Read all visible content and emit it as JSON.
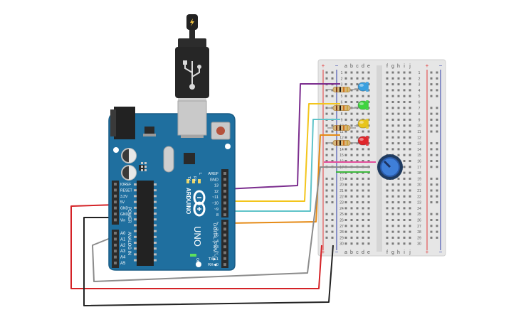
{
  "board": {
    "brand_label": "ARDUINO",
    "model_label": "UNO",
    "on_label": "ON",
    "tx_label": "TX",
    "rx_label": "RX",
    "l_label": "L",
    "power_header_label": "POWER",
    "analog_header_label": "ANALOG IN",
    "digital_header_label": "DIGITAL (PWM ~)",
    "power_pins": [
      "IOREF",
      "RESET",
      "3.3V",
      "5V",
      "GND",
      "GND",
      "Vin"
    ],
    "analog_pins": [
      "A0",
      "A1",
      "A2",
      "A3",
      "A4",
      "A5"
    ],
    "digital_pins_top": [
      "AREF",
      "GND",
      "13",
      "12",
      "~11",
      "~10",
      "~9",
      "8"
    ],
    "digital_pins_bottom": [
      "7",
      "~6",
      "~5",
      "4",
      "~3",
      "2",
      "TX▶1",
      "RX◀0"
    ]
  },
  "usb_cable": {
    "icon": "usb-icon",
    "plug_icon": "lightning-icon"
  },
  "breadboard": {
    "column_letters_left": [
      "a",
      "b",
      "c",
      "d",
      "e"
    ],
    "column_letters_right": [
      "f",
      "g",
      "h",
      "i",
      "j"
    ],
    "row_numbers": [
      "1",
      "2",
      "3",
      "4",
      "5",
      "6",
      "7",
      "8",
      "9",
      "10",
      "11",
      "12",
      "13",
      "14",
      "15",
      "16",
      "17",
      "18",
      "19",
      "20",
      "21",
      "22",
      "23",
      "24",
      "25",
      "26",
      "27",
      "28",
      "29",
      "30"
    ],
    "rail_plus": "+",
    "rail_minus": "−"
  },
  "components": {
    "leds": [
      {
        "color_name": "blue",
        "color": "#3aa0e0"
      },
      {
        "color_name": "green",
        "color": "#3fd43f"
      },
      {
        "color_name": "yellow",
        "color": "#e8c51c"
      },
      {
        "color_name": "red",
        "color": "#e0262b"
      }
    ],
    "resistor_count": 4,
    "potentiometer": {
      "icon": "potentiometer-icon"
    }
  },
  "colors": {
    "board_blue": "#1f6f9f",
    "wire_purple": "#7b2d8e",
    "wire_yellow": "#f3c51c",
    "wire_cyan": "#5fc3c9",
    "wire_orange": "#e58a15",
    "wire_red": "#d42226",
    "wire_black": "#222222",
    "wire_gray": "#8c8c8c",
    "wire_pink": "#e34d9b",
    "wire_green": "#3db83d"
  }
}
